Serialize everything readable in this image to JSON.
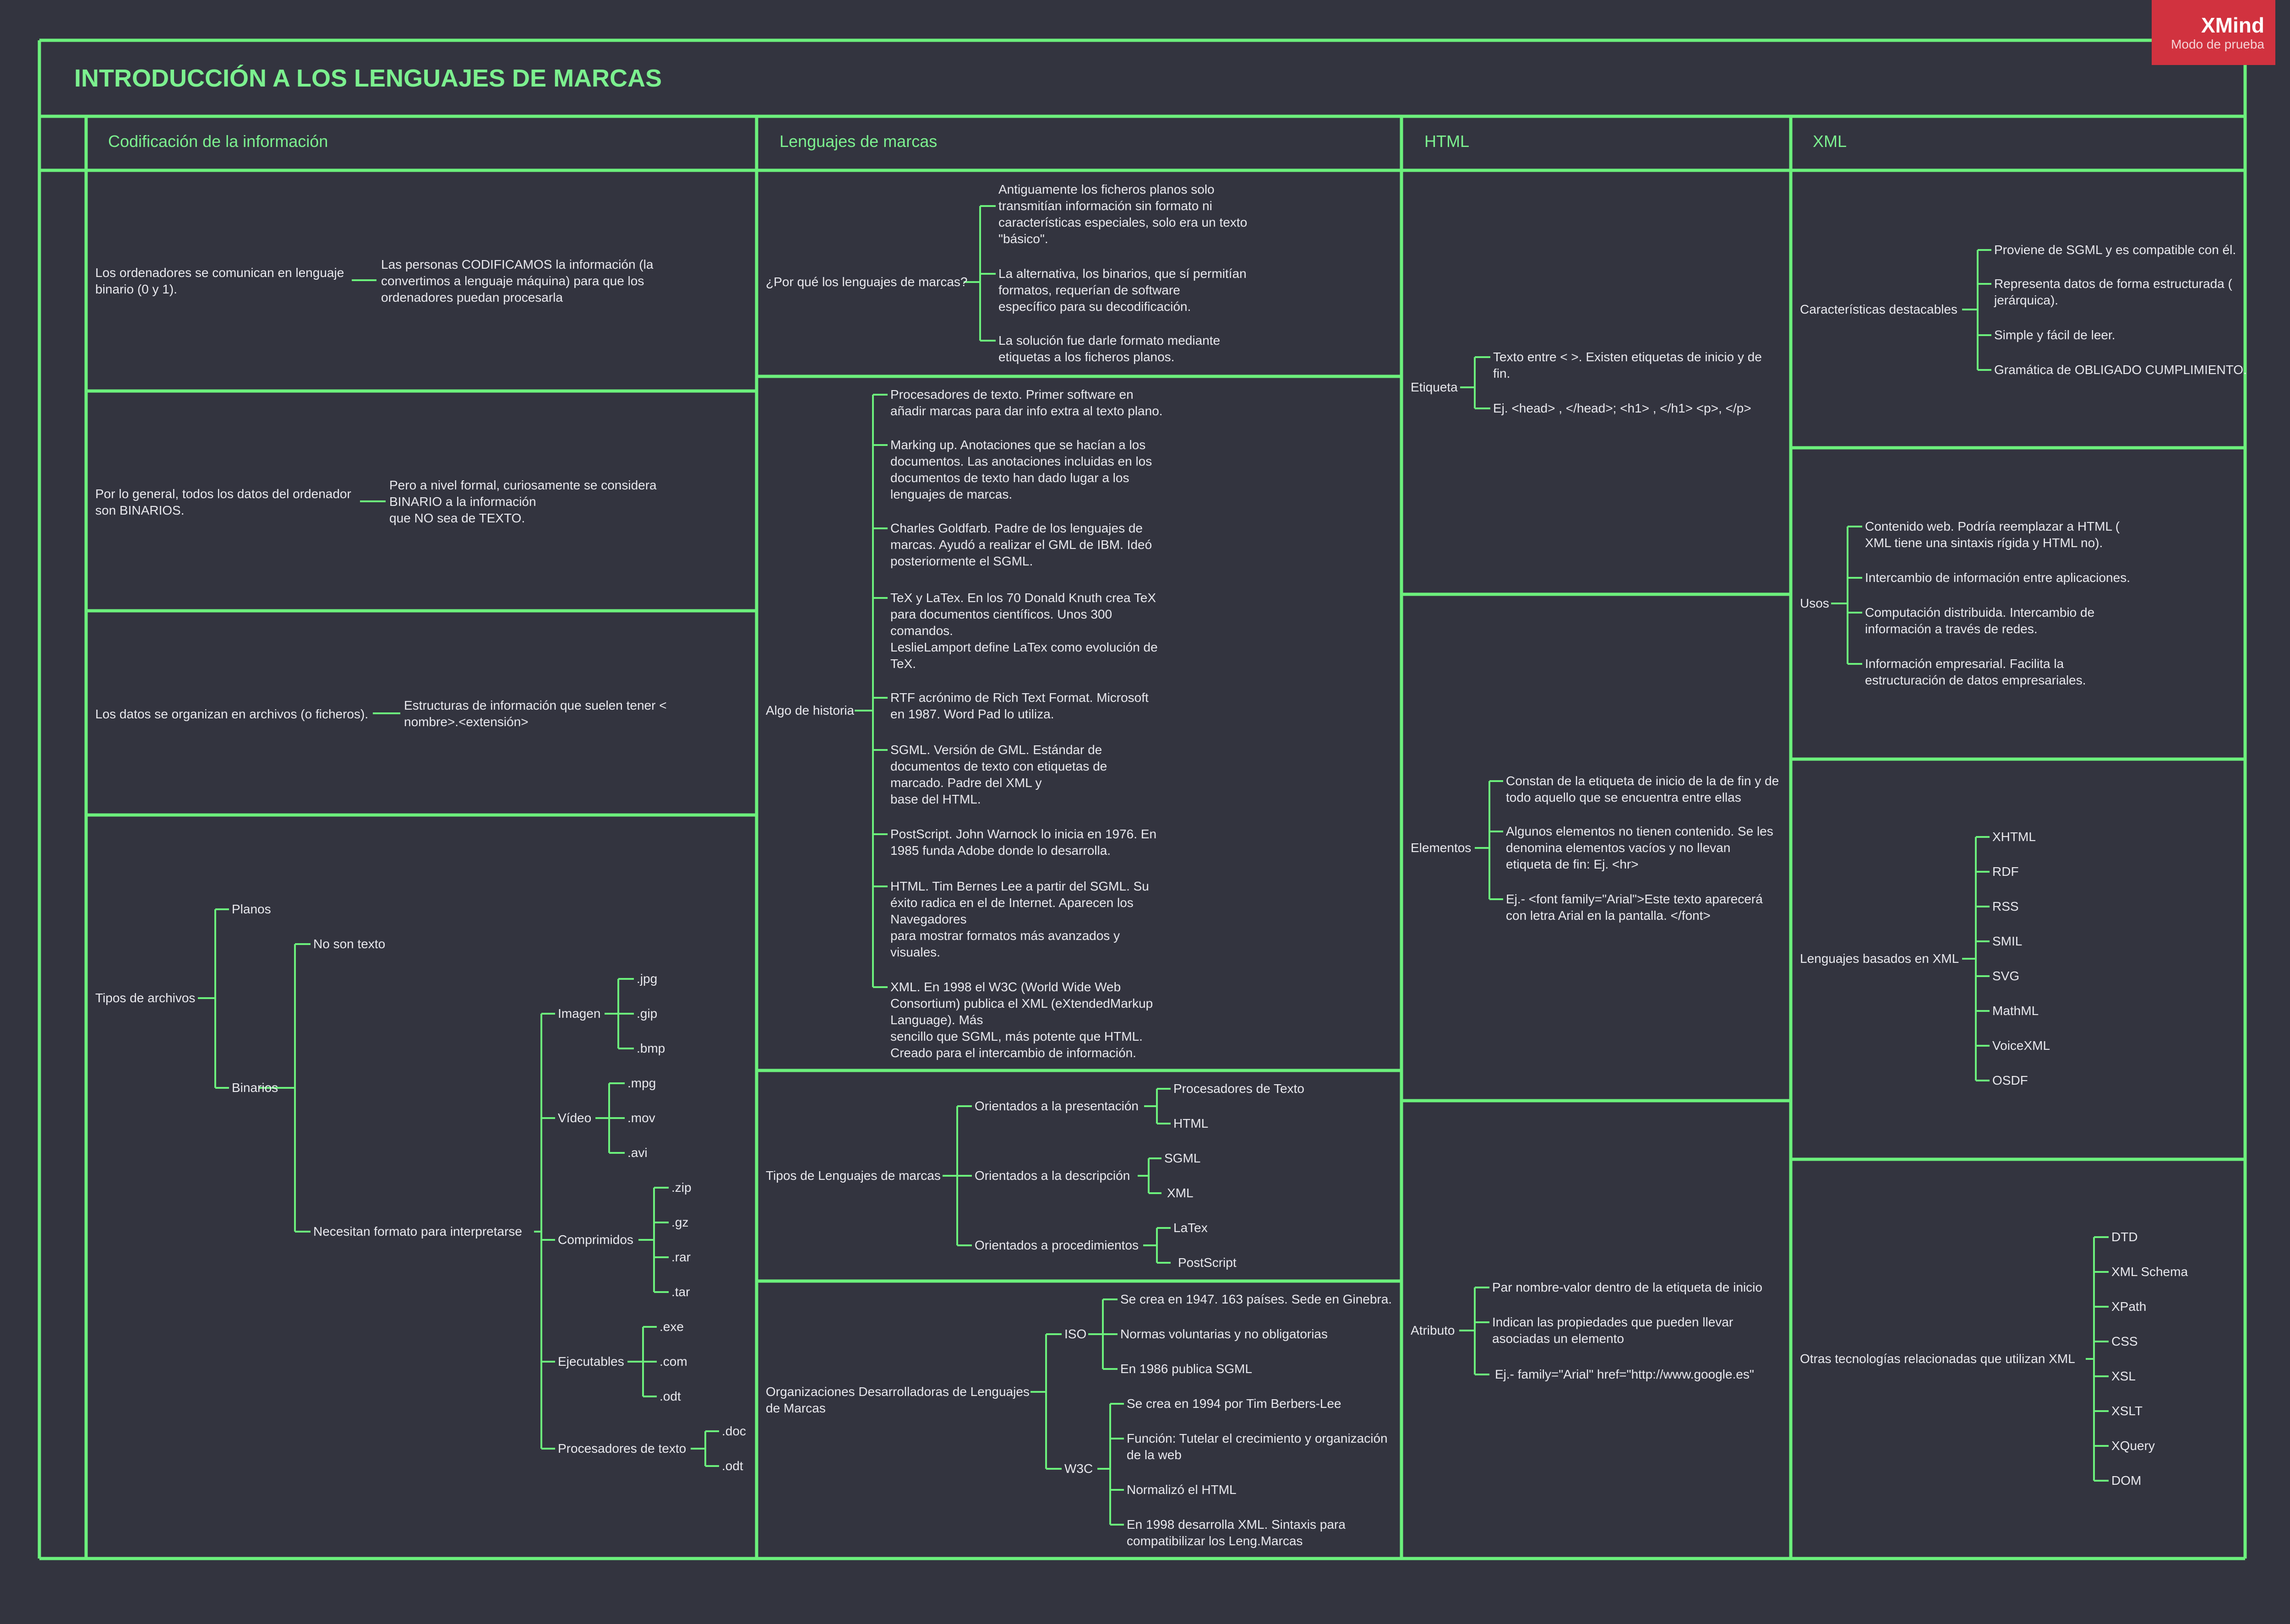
{
  "title": "INTRODUCCIÓN A LOS LENGUAJES DE MARCAS",
  "badge": {
    "brand": "XMind",
    "mode": "Modo de prueba"
  },
  "colors": {
    "background": "#33343f",
    "line": "#6cf07c",
    "title": "#7cf08f",
    "text": "#e9e9ee",
    "badge": "#d1323f"
  },
  "columns": [
    "Codificación de la información",
    "Lenguajes de marcas",
    "HTML",
    "XML"
  ],
  "nodes": {
    "n1": "Los ordenadores se comunican en lenguaje\nbinario (0 y 1).",
    "n1a": "Las personas CODIFICAMOS la información (la\nconvertimos a lenguaje máquina) para que los\nordenadores puedan procesarla",
    "n2": "Por lo general, todos los datos del ordenador\nson BINARIOS.",
    "n2a": "Pero a nivel formal, curiosamente se considera\nBINARIO a la información\nque NO sea de TEXTO.",
    "n3": "Los datos se organizan en archivos (o ficheros).",
    "n3a": "Estructuras de información que suelen tener <\nnombre>.<extensión>",
    "ta": "Tipos de archivos",
    "planos": "Planos",
    "binarios": "Binarios",
    "nosontexto": "No son texto",
    "necesitan": "Necesitan formato para interpretarse",
    "imagen": "Imagen",
    "jpg": ".jpg",
    "gip": ".gip",
    "bmp": ".bmp",
    "video": "Vídeo",
    "mpg": ".mpg",
    "mov": ".mov",
    "avi": ".avi",
    "comprimidos": "Comprimidos",
    "zip": ".zip",
    "gz": ".gz",
    "rar": ".rar",
    "tar": ".tar",
    "ejecutables": "Ejecutables",
    "exe": ".exe",
    "com": ".com",
    "odt1": ".odt",
    "procesadores": "Procesadores de texto",
    "doc": ".doc",
    "odt2": ".odt",
    "pq": "¿Por qué los lenguajes de marcas?",
    "pq1": "Antiguamente los ficheros planos solo\ntransmitían información sin formato ni\ncaracterísticas especiales, solo era un texto\n\"básico\".",
    "pq2": "La alternativa, los binarios, que sí permitían\nformatos, requerían de software\nespecífico para su decodificación.",
    "pq3": "La solución fue darle formato mediante\netiquetas a los ficheros planos.",
    "ah": "Algo de historia",
    "h1": "Procesadores de texto. Primer software en\nañadir marcas para dar info extra al texto plano.",
    "h2": "Marking up. Anotaciones que se hacían a los\ndocumentos. Las anotaciones incluidas en los\ndocumentos de texto han dado lugar a los\nlenguajes de marcas.",
    "h3": "Charles Goldfarb. Padre de los lenguajes de\nmarcas. Ayudó a realizar el GML de IBM. Ideó\nposteriormente el SGML.",
    "h4": "TeX y LaTex. En los 70 Donald Knuth crea TeX\npara documentos científicos. Unos 300\ncomandos.\nLeslieLamport define LaTex como evolución de\nTeX.",
    "h5": "RTF acrónimo de Rich Text Format. Microsoft\nen 1987. Word Pad lo utiliza.",
    "h6": "SGML. Versión de GML. Estándar de\ndocumentos de texto con etiquetas de\nmarcado. Padre del XML y\nbase del HTML.",
    "h7": "PostScript. John Warnock lo inicia en 1976. En\n1985 funda Adobe donde lo desarrolla.",
    "h8": "HTML. Tim Bernes Lee a partir del SGML. Su\néxito radica en el de Internet. Aparecen los\nNavegadores\npara mostrar formatos más avanzados y\nvisuales.",
    "h9": "XML. En 1998 el W3C (World Wide Web\nConsortium) publica el XML (eXtendedMarkup\nLanguage). Más\nsencillo que SGML, más potente que HTML.\nCreado para el intercambio de información.",
    "tl": "Tipos de Lenguajes de marcas",
    "op": "Orientados a la presentación",
    "pt": "Procesadores de Texto",
    "html1": "HTML",
    "od": "Orientados a la descripción",
    "sgml": "SGML",
    "xml1": "XML",
    "opr": "Orientados a procedimientos",
    "latex": "LaTex",
    "ps": "PostScript",
    "org": "Organizaciones Desarrolladoras de Lenguajes\nde Marcas",
    "iso": "ISO",
    "iso1": "Se crea en 1947. 163 países. Sede en Ginebra.",
    "iso2": "Normas voluntarias y no obligatorias",
    "iso3": "En 1986 publica SGML",
    "w3c": "W3C",
    "w1": "Se crea en 1994 por Tim Berbers-Lee",
    "w2": "Función: Tutelar el crecimiento y organización\nde la web",
    "w3": "Normalizó el HTML",
    "w4": "En 1998 desarrolla XML. Sintaxis para\ncompatibilizar los Leng.Marcas",
    "etiq": "Etiqueta",
    "e1": "Texto entre < >. Existen etiquetas de inicio y de\nfin.",
    "e2": "Ej. <head> , </head>; <h1> , </h1> <p>, </p>",
    "elem": "Elementos",
    "el1": "Constan de la etiqueta de inicio de la de fin y de\ntodo aquello que se encuentra entre ellas",
    "el2": "Algunos elementos no tienen contenido. Se les\ndenomina elementos vacíos y no llevan\netiqueta de fin: Ej. <hr>",
    "el3": "Ej.- <font family=\"Arial\">Este texto aparecerá\ncon letra Arial en la pantalla. </font>",
    "atr": "Atributo",
    "a1": "Par nombre-valor dentro de la etiqueta de inicio",
    "a2": "Indican las propiedades que pueden llevar\nasociadas un elemento",
    "a3": "Ej.- family=\"Arial\" href=\"http://www.google.es\"",
    "car": "Características destacables",
    "c1": "Proviene de SGML y es compatible con él.",
    "c2": "Representa datos de forma estructurada (\njerárquica).",
    "c3": "Simple y fácil de leer.",
    "c4": "Gramática de OBLIGADO CUMPLIMIENTO.",
    "usos": "Usos",
    "u1": "Contenido web. Podría reemplazar a HTML (\nXML tiene una sintaxis rígida y HTML no).",
    "u2": "Intercambio de información entre aplicaciones.",
    "u3": "Computación distribuida. Intercambio de\ninformación a través de redes.",
    "u4": "Información empresarial. Facilita la\nestructuración de datos empresariales.",
    "lb": "Lenguajes basados en XML",
    "l1": "XHTML",
    "l2": "RDF",
    "l3": "RSS",
    "l4": "SMIL",
    "l5": "SVG",
    "l6": "MathML",
    "l7": "VoiceXML",
    "l8": "OSDF",
    "ot": "Otras tecnologías relacionadas que utilizan XML",
    "o1": "DTD",
    "o2": "XML Schema",
    "o3": "XPath",
    "o4": "CSS",
    "o5": "XSL",
    "o6": "XSLT",
    "o7": "XQuery",
    "o8": "DOM"
  }
}
